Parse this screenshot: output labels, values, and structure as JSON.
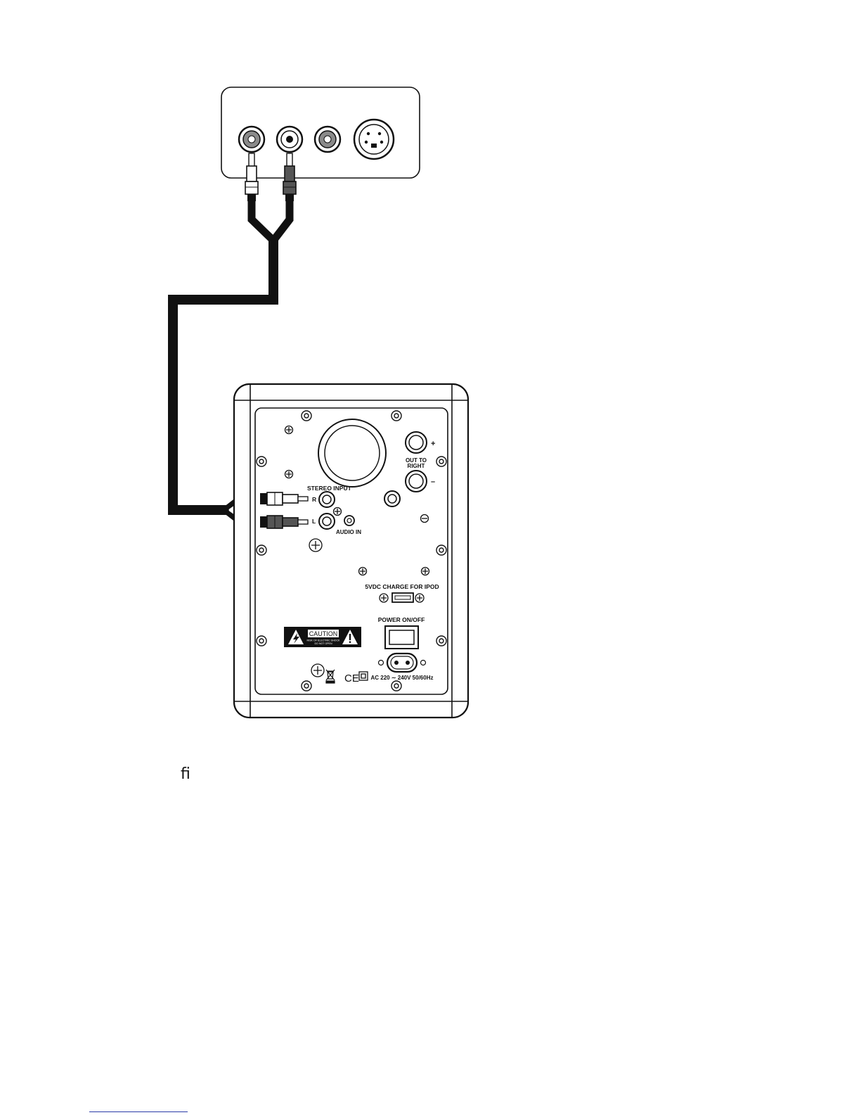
{
  "speaker_panel": {
    "stereo_input": "STEREO INPUT",
    "channel_r": "R",
    "channel_l": "L",
    "audio_in": "AUDIO IN",
    "out_to_right_line1": "OUT TO",
    "out_to_right_line2": "RIGHT",
    "terminal_plus": "+",
    "terminal_minus": "–",
    "ipod_charge": "5VDC CHARGE FOR IPOD",
    "power_switch": "POWER  ON/OFF",
    "caution": "CAUTION",
    "caution_sub1": "RISK OF ELECTRIC SHOCK",
    "caution_sub2": "DO NOT OPEN",
    "power_rating": "AC 220 ∼ 240V 50/60Hz",
    "ce_mark": "CE"
  },
  "caption_glyph": "ﬁ",
  "colors": {
    "line": "#111111",
    "jack_gray": "#8a8a8a",
    "plug_gray": "#555555",
    "footer_link": "#2a3aa8"
  },
  "icons": [
    "bolt-warning-icon",
    "exclamation-warning-icon",
    "weee-bin-icon",
    "ce-mark-icon",
    "double-insulation-icon",
    "screw-icon"
  ]
}
